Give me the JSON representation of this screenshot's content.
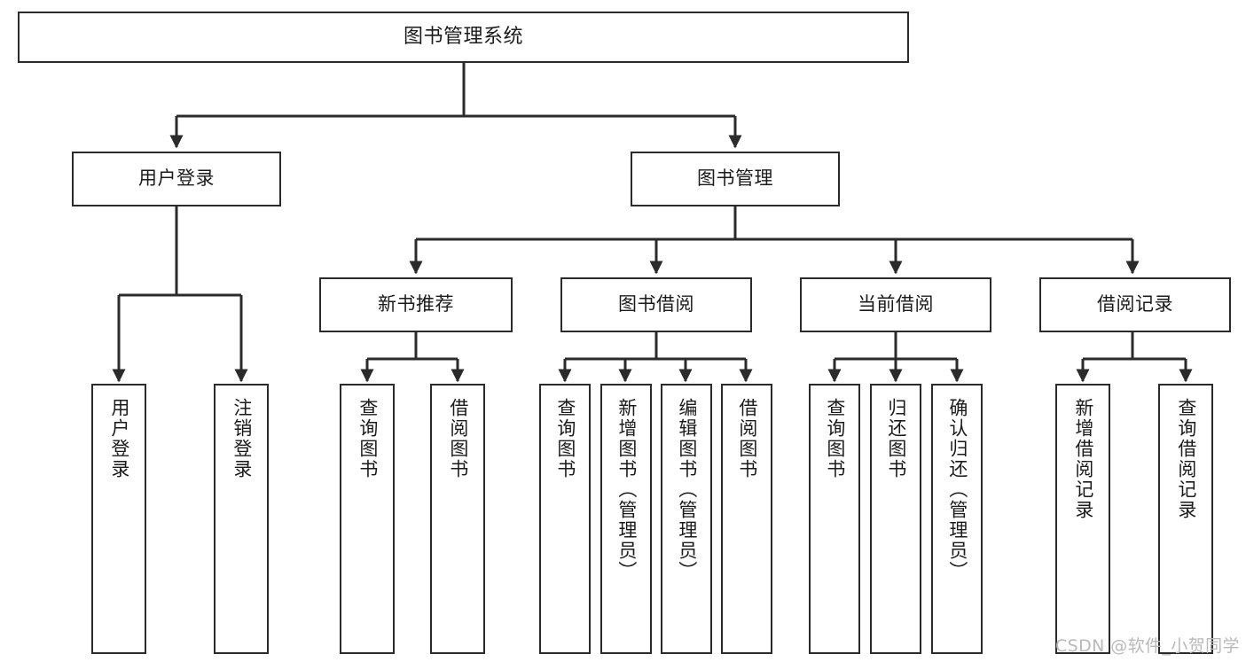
{
  "diagram": {
    "type": "tree",
    "title": "图书管理系统",
    "orientation": "top-down",
    "stroke_color": "#2b2b2b",
    "background_color": "#ffffff",
    "text_color": "#1b1b1b"
  },
  "nodes": {
    "root": {
      "label": "图书管理系统"
    },
    "level1": [
      {
        "label": "用户登录"
      },
      {
        "label": "图书管理"
      }
    ],
    "level2": [
      {
        "label": "新书推荐"
      },
      {
        "label": "图书借阅"
      },
      {
        "label": "当前借阅"
      },
      {
        "label": "借阅记录"
      }
    ],
    "leaves": {
      "user_login": [
        {
          "label": "用户登录"
        },
        {
          "label": "注销登录"
        }
      ],
      "new_book_recommend": [
        {
          "label": "查询图书"
        },
        {
          "label": "借阅图书"
        }
      ],
      "book_borrow": [
        {
          "label": "查询图书"
        },
        {
          "label": "新增图书（管理员）"
        },
        {
          "label": "编辑图书（管理员）"
        },
        {
          "label": "借阅图书"
        }
      ],
      "current_borrow": [
        {
          "label": "查询图书"
        },
        {
          "label": "归还图书"
        },
        {
          "label": "确认归还（管理员）"
        }
      ],
      "borrow_record": [
        {
          "label": "新增借阅记录"
        },
        {
          "label": "查询借阅记录"
        }
      ]
    }
  },
  "watermark": {
    "text": "CSDN @软件_小贺同学"
  }
}
